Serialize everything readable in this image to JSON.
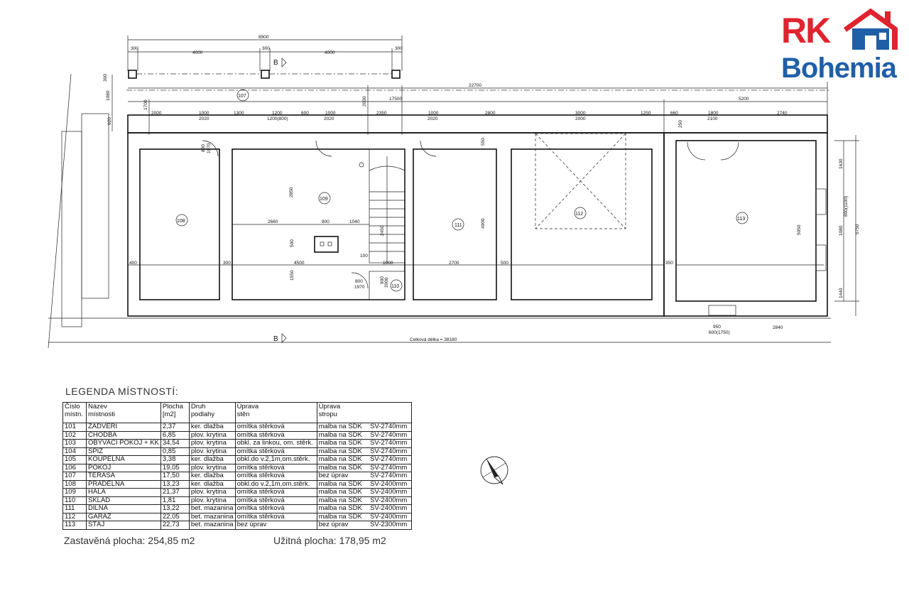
{
  "logo": {
    "rk": "RK",
    "bohemia": "Bohemia",
    "colors": {
      "red": "#e0242f",
      "blue": "#1f5fa8"
    }
  },
  "plan": {
    "section_mark": "B",
    "total_length_label": "Celková délka = 38180",
    "rooms": [
      "107",
      "108",
      "109",
      "110",
      "111",
      "112",
      "113"
    ],
    "dims_top": [
      "8900",
      "300",
      "4000",
      "300",
      "4000",
      "300",
      "22700",
      "17500",
      "5200",
      "300",
      "1080",
      "620",
      "1700",
      "2030"
    ],
    "dims_row": [
      "2000",
      "1000",
      "1300",
      "1200",
      "600",
      "1000",
      "2350",
      "1000",
      "2800",
      "3000",
      "1250",
      "660",
      "1800",
      "2740",
      "2020",
      "1200(800)",
      "2020",
      "2020",
      "2000",
      "2100",
      "250"
    ],
    "dims_inner": [
      "800",
      "1970",
      "2850",
      "2660",
      "800",
      "1040",
      "500",
      "1550",
      "2450",
      "100",
      "4500",
      "1000",
      "800",
      "1970",
      "900",
      "2000",
      "4900",
      "550",
      "2700",
      "400",
      "300",
      "500",
      "350",
      "5050",
      "1630",
      "800(1100)",
      "1080",
      "1440",
      "5750",
      "950",
      "600(1750)",
      "2840"
    ]
  },
  "legend": {
    "title": "LEGENDA MÍSTNOSTÍ:",
    "headers": [
      [
        "Číslo",
        "místn."
      ],
      [
        "Název",
        "místnosti"
      ],
      [
        "Plocha",
        "[m2]"
      ],
      [
        "Druh",
        "podlahy"
      ],
      [
        "Úprava",
        "stěn"
      ],
      [
        "Úprava",
        "stropu"
      ]
    ],
    "rows": [
      [
        "101",
        "ZÁDVEŘÍ",
        "2,37",
        "ker. dlažba",
        "omítka stěrková",
        "malba na SDK",
        "SV-2740mm"
      ],
      [
        "102",
        "CHODBA",
        "6,85",
        "plov. krytina",
        "omítka stěrková",
        "malba na SDK",
        "SV-2740mm"
      ],
      [
        "103",
        "OBÝVACÍ POKOJ + KK",
        "34,54",
        "plov. krytina",
        "obkl. za linkou, om. stěrk.",
        "malba na SDK",
        "SV-2740mm"
      ],
      [
        "104",
        "SPÍŽ",
        "0,85",
        "plov. krytina",
        "omítka stěrková",
        "malba na SDK",
        "SV-2740mm"
      ],
      [
        "105",
        "KOUPELNA",
        "3,38",
        "ker. dlažba",
        "obkl.do v.2,1m,om.stěrk.",
        "malba na SDK",
        "SV-2740mm"
      ],
      [
        "106",
        "POKOJ",
        "19,05",
        "plov. krytina",
        "omítka stěrková",
        "malba na SDK",
        "SV-2740mm"
      ],
      [
        "107",
        "TERASA",
        "17,50",
        "ker. dlažba",
        "omítka stěrková",
        "bez úprav",
        "SV-2740mm"
      ],
      [
        "108",
        "PRÁDELNA",
        "13,23",
        "ker. dlažba",
        "obkl.do v.2,1m,om.stěrk.",
        "malba na SDK",
        "SV-2400mm"
      ],
      [
        "109",
        "HALA",
        "21,37",
        "plov. krytina",
        "omítka stěrková",
        "malba na SDK",
        "SV-2400mm"
      ],
      [
        "110",
        "SKLAD",
        "1,81",
        "plov. krytina",
        "omítka stěrková",
        "malba na SDK",
        "SV-2400mm"
      ],
      [
        "111",
        "DÍLNA",
        "13,22",
        "bet. mazanina",
        "omítka stěrková",
        "malba na SDK",
        "SV-2400mm"
      ],
      [
        "112",
        "GARÁŽ",
        "22,05",
        "bet. mazanina",
        "omítka stěrková",
        "malba na SDK",
        "SV-2400mm"
      ],
      [
        "113",
        "STÁJ",
        "22,73",
        "bet. mazanina",
        "bez úprav",
        "bez úprav",
        "SV-2300mm"
      ]
    ],
    "built_area": "Zastavěná plocha: 254,85 m2",
    "usable_area": "Užitná plocha: 178,95 m2"
  }
}
